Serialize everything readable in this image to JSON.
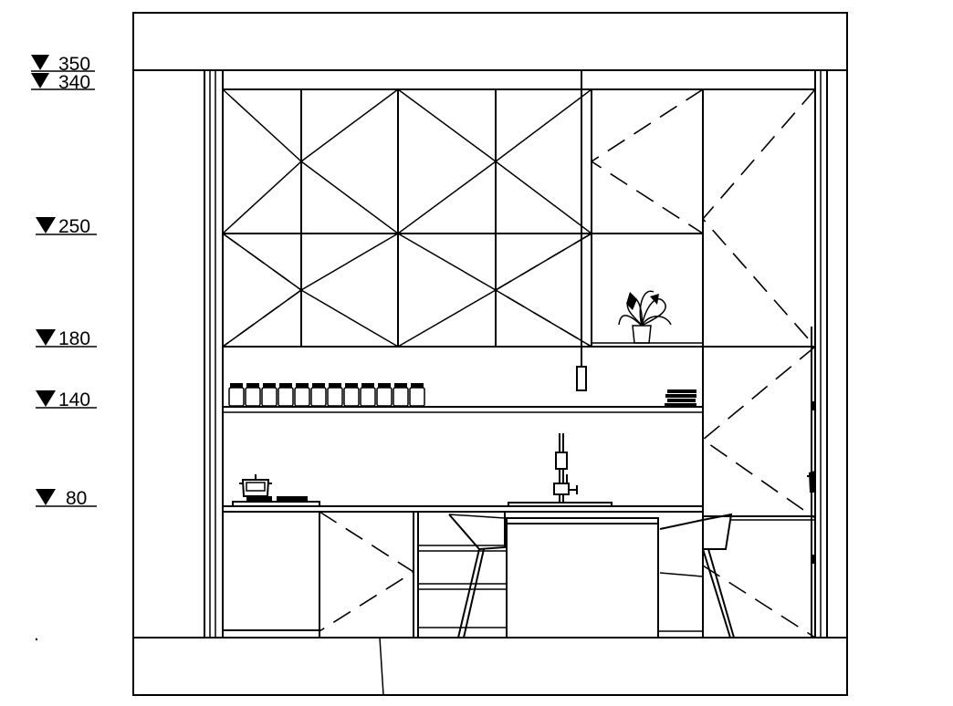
{
  "elevation_markers": [
    {
      "label": "350"
    },
    {
      "label": "340"
    },
    {
      "label": "250"
    },
    {
      "label": "180"
    },
    {
      "label": "140"
    },
    {
      "label": "80"
    }
  ],
  "footnote": "."
}
